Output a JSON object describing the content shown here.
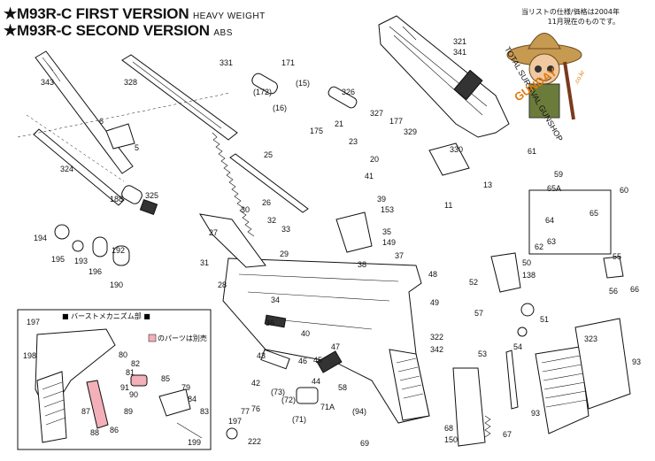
{
  "titles": {
    "line1_main": "★M93R-C FIRST VERSION",
    "line1_sub": "HEAVY WEIGHT",
    "line2_main": "★M93R-C SECOND VERSION",
    "line2_sub": "ABS"
  },
  "note_jp": {
    "line1": "当リストの仕様/価格は2004年",
    "line2": "11月現在のものです。"
  },
  "burst_box": {
    "title": "■ バーストメカニズム部 ■",
    "legend": "のパーツは別売"
  },
  "logo": {
    "text_arc": "TOTAL SURVIVAL GUNSHOP",
    "brand": "GUNDAY",
    "domain": ".co.kr"
  },
  "part_labels": [
    "331",
    "171",
    "(172)",
    "(15)",
    "(16)",
    "326",
    "327",
    "177",
    "21",
    "175",
    "23",
    "329",
    "20",
    "321",
    "341",
    "343",
    "328",
    "6",
    "5",
    "324",
    "25",
    "188",
    "325",
    "26",
    "330",
    "13",
    "11",
    "61",
    "59",
    "60",
    "65A",
    "64",
    "65",
    "62",
    "63",
    "41",
    "39",
    "153",
    "35",
    "149",
    "194",
    "195",
    "193",
    "196",
    "192",
    "190",
    "27",
    "30",
    "32",
    "33",
    "29",
    "31",
    "28",
    "38",
    "37",
    "48",
    "49",
    "52",
    "50",
    "138",
    "57",
    "55",
    "56",
    "66",
    "51",
    "54",
    "34",
    "36",
    "40",
    "43",
    "46",
    "45",
    "47",
    "42",
    "44",
    "58",
    "(73)",
    "(72)",
    "(71)",
    "71A",
    "322",
    "342",
    "323",
    "93",
    "93",
    "(94)",
    "53",
    "68",
    "150",
    "67",
    "69",
    "197",
    "77",
    "76",
    "222",
    "197",
    "198",
    "80",
    "82",
    "81",
    "91",
    "85",
    "79",
    "84",
    "83",
    "87",
    "89",
    "86",
    "88",
    "90",
    "199"
  ]
}
